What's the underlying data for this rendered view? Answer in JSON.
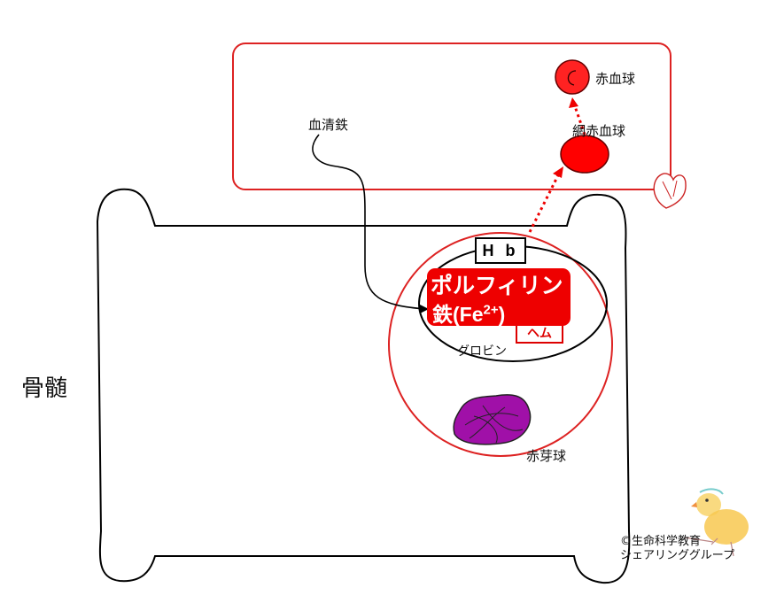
{
  "labels": {
    "bone_marrow": "骨髄",
    "serum_iron": "血清鉄",
    "red_blood_cell": "赤血球",
    "reticulocyte": "網赤血球",
    "erythroblast": "赤芽球",
    "hb": "H b",
    "porphyrin": "ポルフィリン",
    "iron_prefix": "鉄(Fe",
    "iron_charge": "2+",
    "iron_suffix": ")",
    "heme": "ヘム",
    "globin": "グロビン"
  },
  "copyright": {
    "line1": "©生命科学教育",
    "line2": "シェアリンググループ"
  },
  "colors": {
    "red": "#ee0000",
    "nucleus": "#a010a8",
    "outline": "#000000"
  },
  "icons": [
    "heart-icon",
    "chick-mascot"
  ]
}
